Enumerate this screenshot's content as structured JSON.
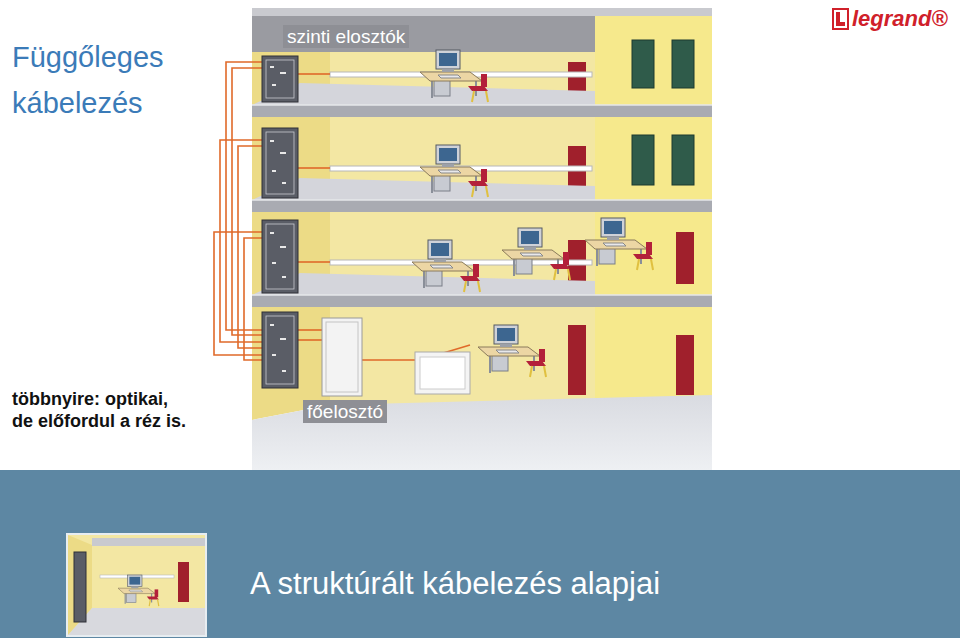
{
  "diagram": {
    "title": "Függőleges kábelezés",
    "caption": "A struktúrált kábelezés alapjai",
    "labels": [
      "szinti elosztók",
      "főelosztó",
      "többnyire: optikai, de előfordul a réz is.",
      "legrand®"
    ]
  }
}
